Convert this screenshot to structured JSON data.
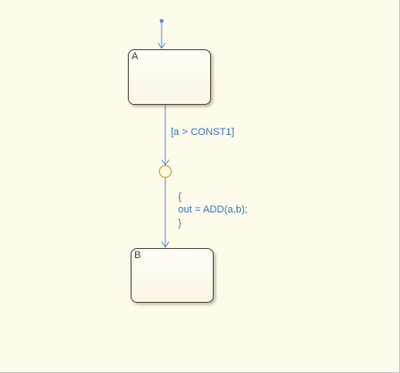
{
  "diagram": {
    "states": [
      {
        "id": "A",
        "label": "A"
      },
      {
        "id": "B",
        "label": "B"
      }
    ],
    "transition_ab": {
      "condition": "[a > CONST1]",
      "action_open": "{",
      "action_body": "out = ADD(a,b);",
      "action_close": "}"
    }
  },
  "colors": {
    "background": "#fffbea",
    "transition": "#5b8fd6",
    "junction": "#d9a92a",
    "state_border": "#5a5040",
    "label_text": "#3a78c2"
  }
}
